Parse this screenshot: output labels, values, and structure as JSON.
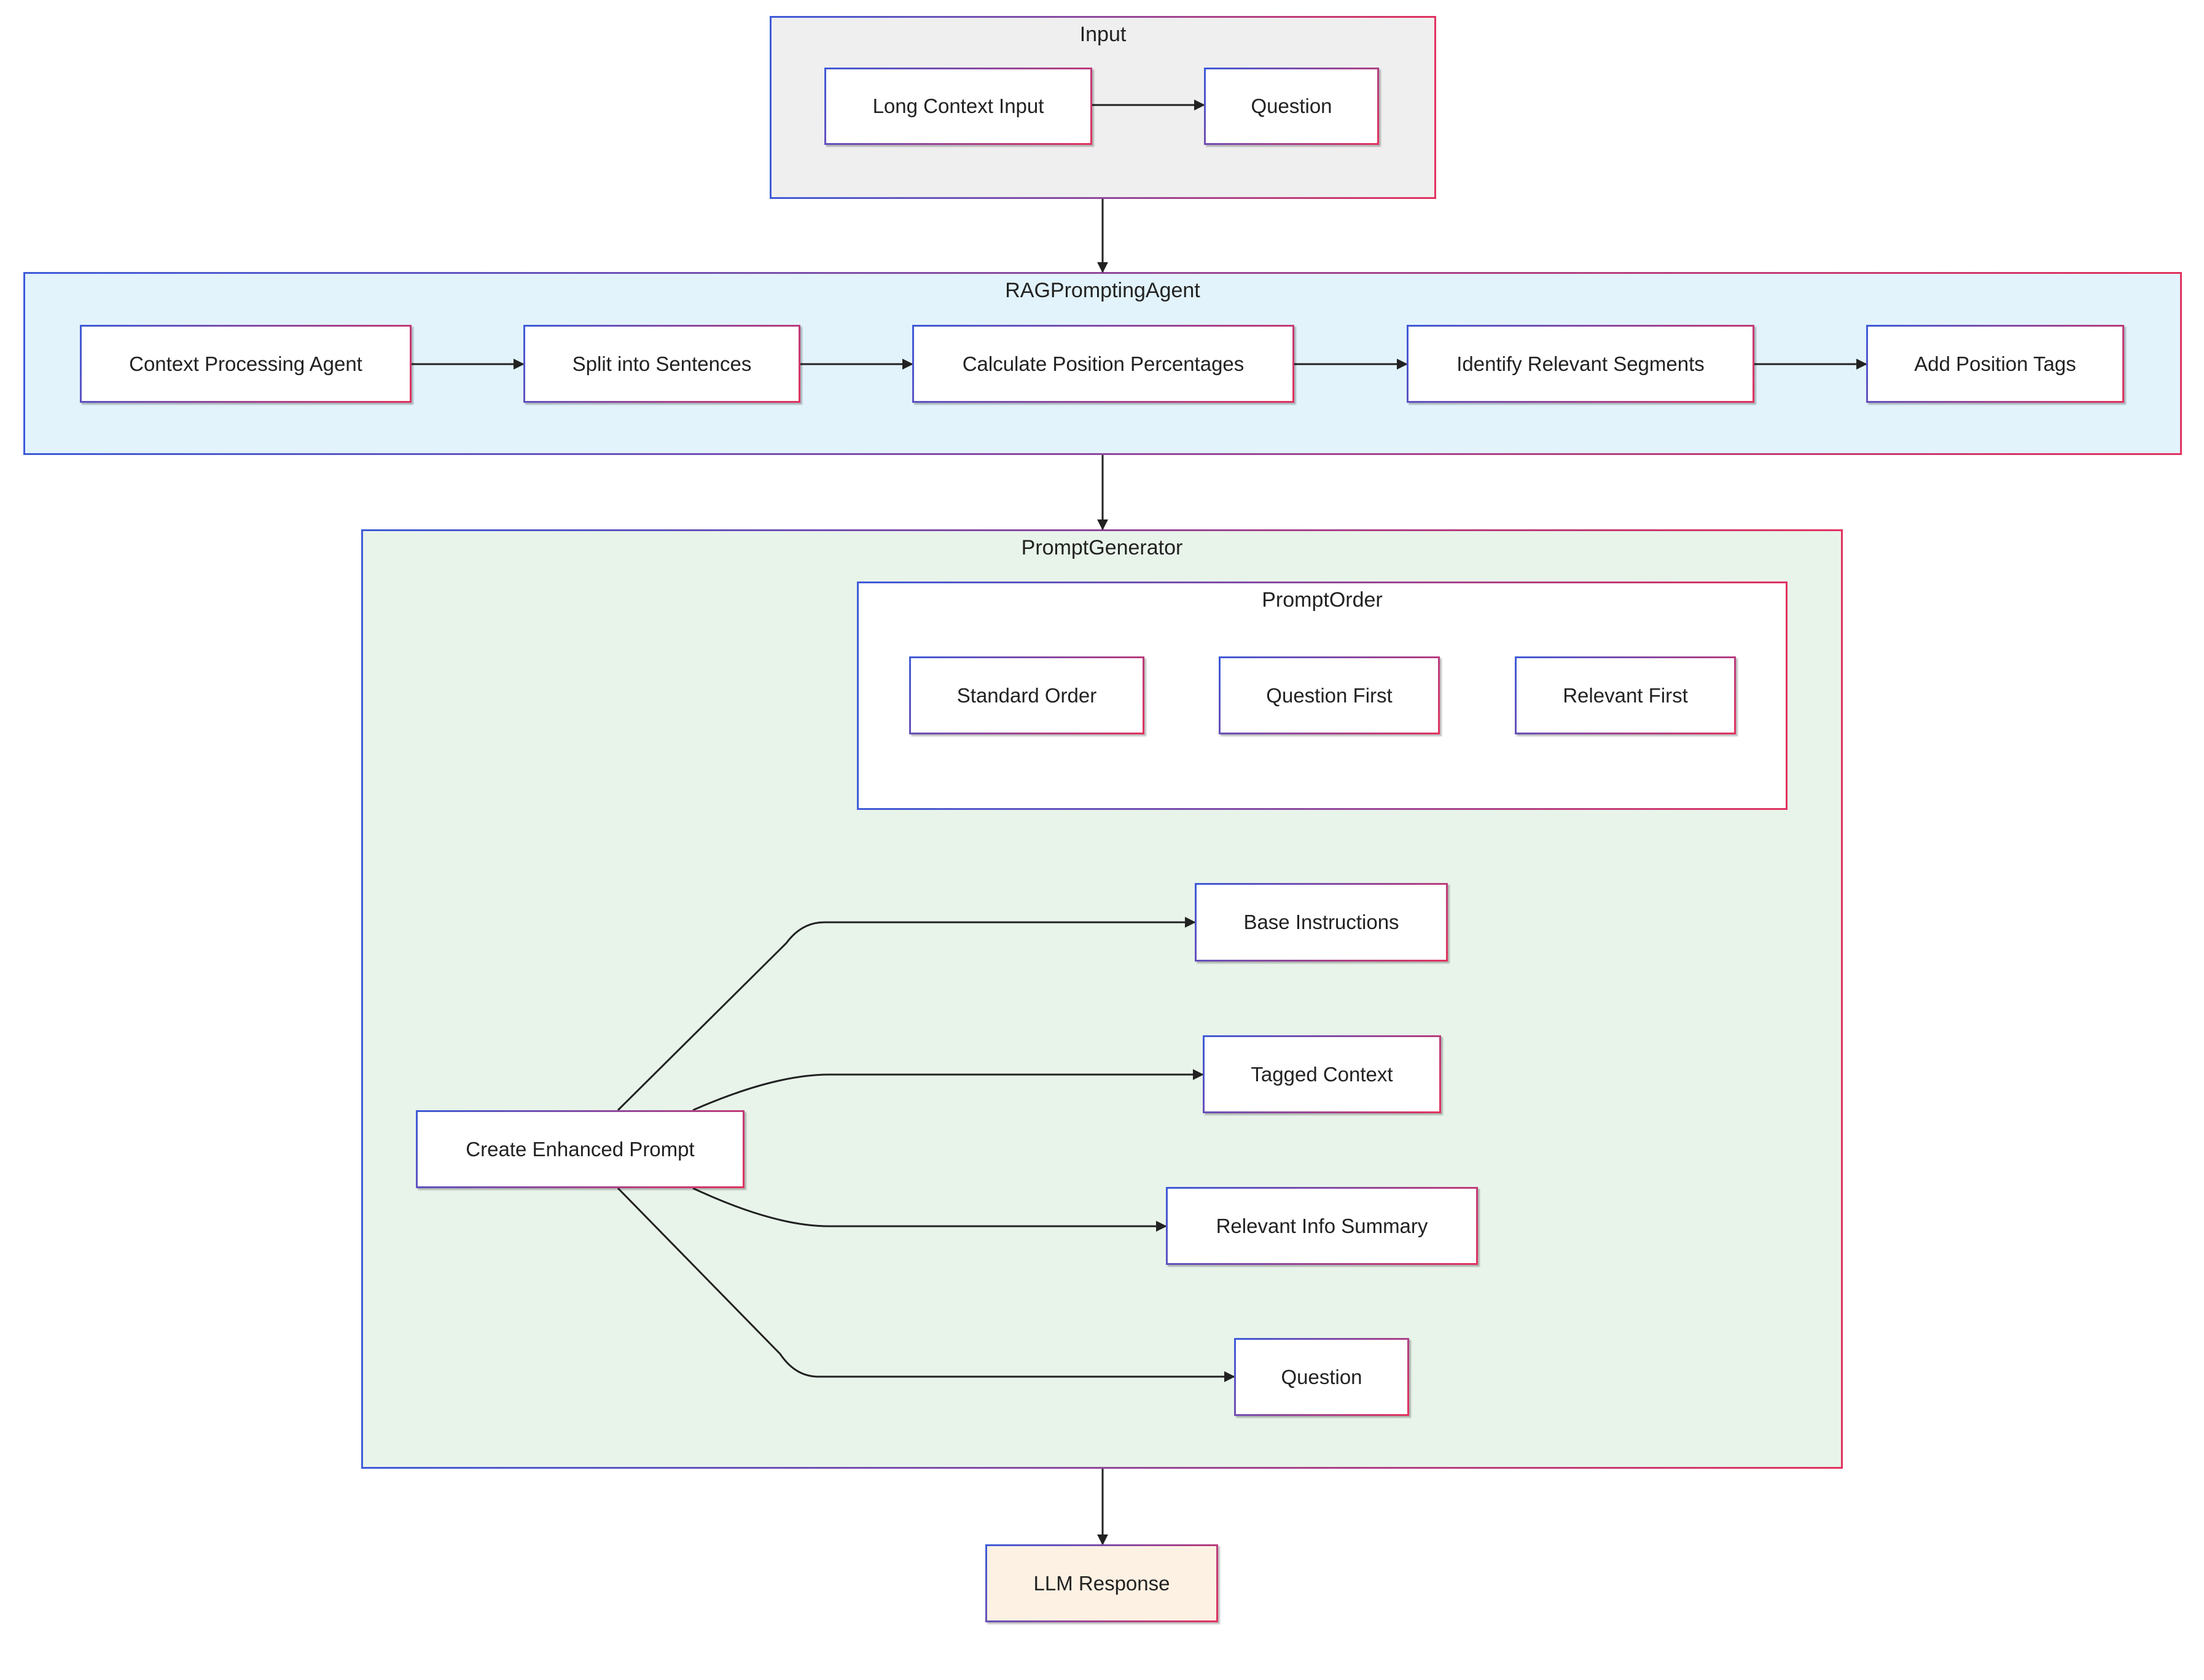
{
  "clusters": {
    "input": "Input",
    "rag": "RAGPromptingAgent",
    "prompt_generator": "PromptGenerator",
    "prompt_order": "PromptOrder"
  },
  "nodes": {
    "long_context_input": "Long Context Input",
    "question_input": "Question",
    "context_processing_agent": "Context Processing Agent",
    "split_into_sentences": "Split into Sentences",
    "calculate_position_percentages": "Calculate Position Percentages",
    "identify_relevant_segments": "Identify Relevant Segments",
    "add_position_tags": "Add Position Tags",
    "standard_order": "Standard Order",
    "question_first": "Question First",
    "relevant_first": "Relevant First",
    "create_enhanced_prompt": "Create Enhanced Prompt",
    "base_instructions": "Base Instructions",
    "tagged_context": "Tagged Context",
    "relevant_info_summary": "Relevant Info Summary",
    "question_output": "Question",
    "llm_response": "LLM Response"
  },
  "colors": {
    "border_start": "#3f5bd8",
    "border_end": "#e1335f",
    "input_fill": "#efefef",
    "rag_fill": "#e2f3fb",
    "prompt_fill": "#e8f4ea",
    "llm_fill": "#fdf1e3",
    "edge": "#222222"
  }
}
